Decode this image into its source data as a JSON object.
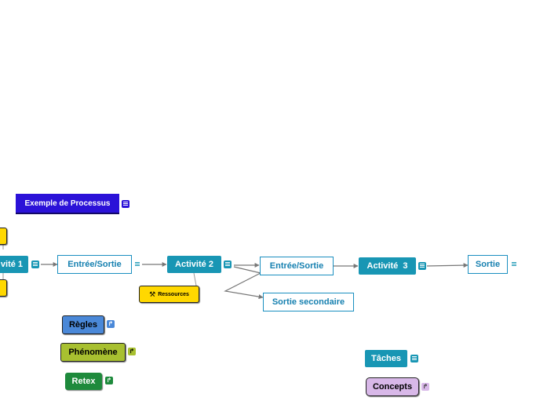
{
  "title_node": {
    "label": "Exemple de Processus"
  },
  "nodes": {
    "activite1": {
      "label": "vité 1"
    },
    "entree_sortie_1": {
      "label": "Entrée/Sortie"
    },
    "activite2": {
      "label": "Activité 2"
    },
    "ressources": {
      "label": "Ressources",
      "icon": "tools-icon"
    },
    "entree_sortie_2": {
      "label": "Entrée/Sortie"
    },
    "sortie_secondaire": {
      "label": "Sortie secondaire"
    },
    "activite3": {
      "label": "Activité  3"
    },
    "sortie": {
      "label": "Sortie"
    },
    "taches": {
      "label": "Tâches"
    },
    "concepts": {
      "label": "Concepts"
    }
  },
  "legend": {
    "regles": {
      "label": "Règles"
    },
    "phenomene": {
      "label": "Phénomène"
    },
    "retex": {
      "label": "Retex"
    }
  },
  "colors": {
    "teal": "#1896b4",
    "title_purple": "#2b12d8",
    "yellow": "#ffd800",
    "regles_blue": "#4a88d8",
    "phenomene_green": "#a8c030",
    "retex_green": "#1e8a3c",
    "concepts_lavender": "#d8b8e8"
  }
}
